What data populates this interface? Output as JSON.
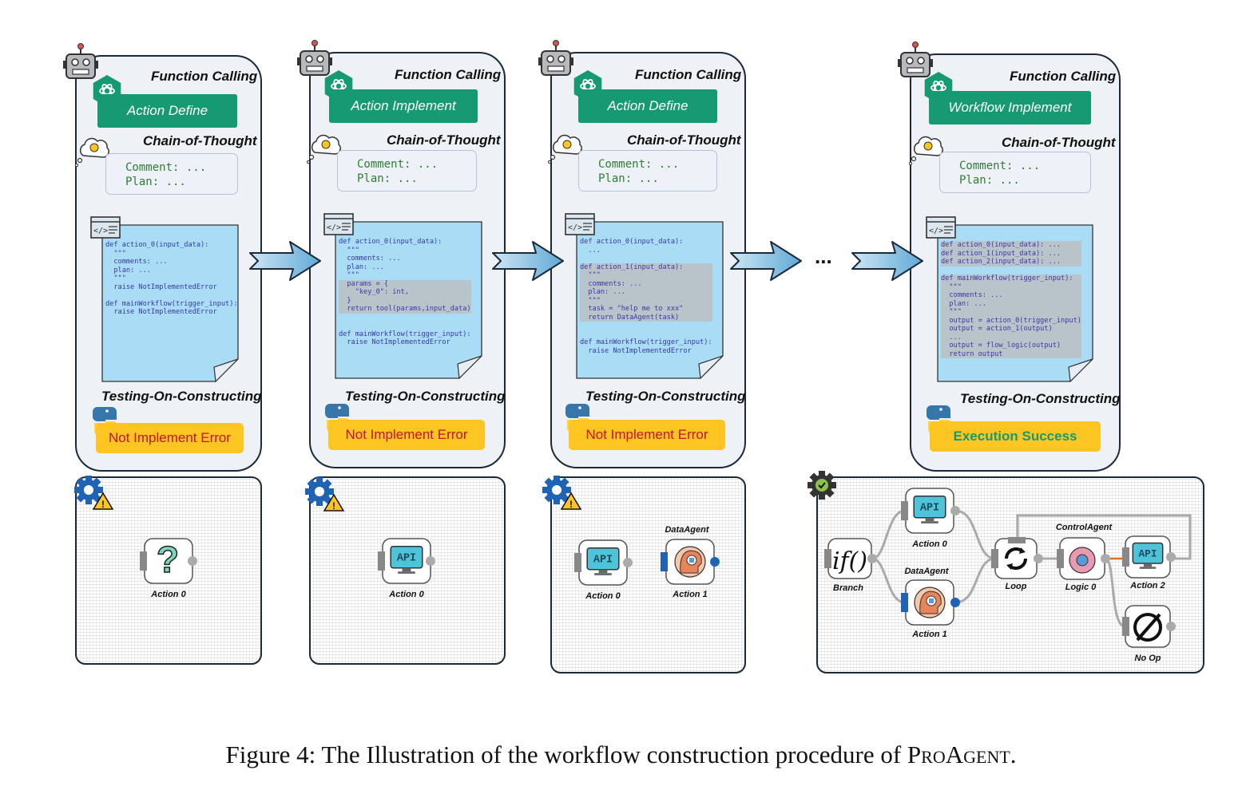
{
  "caption": "Figure 4: The Illustration of the workflow construction procedure of ProAgent.",
  "ellipsis": "...",
  "section_labels": {
    "function_calling": "Function Calling",
    "chain_of_thought": "Chain-of-Thought",
    "testing": "Testing-On-Constructing"
  },
  "cot_lines": [
    "Comment: ...",
    "Plan: ..."
  ],
  "steps": [
    {
      "action": "Action Define",
      "result": "Not Implement Error"
    },
    {
      "action": "Action Implement",
      "result": "Not Implement Error"
    },
    {
      "action": "Action Define",
      "result": "Not Implement Error"
    },
    {
      "action": "Workflow Implement",
      "result": "Execution Success"
    }
  ],
  "code_blocks": [
    [
      "def action_0(input_data):",
      "  \"\"\"",
      "  comments: ...",
      "  plan: ...",
      "  \"\"\"",
      "  raise NotImplementedError",
      "",
      "def mainWorkflow(trigger_input):",
      "  raise NotImplementedError"
    ],
    [
      "def action_0(input_data):",
      "  \"\"\"",
      "  comments: ...",
      "  plan: ...",
      "  \"\"\"",
      "  params = {",
      "    \"key_0\": int,",
      "  }",
      "  return tool(params,input_data)",
      "",
      "",
      "def mainWorkflow(trigger_input):",
      "  raise NotImplementedError"
    ],
    [
      "def action_0(input_data):",
      "  ...",
      "",
      "def action_1(input_data):",
      "  \"\"\"",
      "  comments: ...",
      "  plan: ...",
      "  \"\"\"",
      "  task = \"help me to xxx\"",
      "  return DataAgent(task)",
      "",
      "",
      "def mainWorkflow(trigger_input):",
      "  raise NotImplementedError"
    ],
    [
      "def action_0(input_data): ...",
      "def action_1(input_data): ...",
      "def action_2(input_data): ...",
      "",
      "def mainWorkflow(trigger_input):",
      "  \"\"\"",
      "  comments: ...",
      "  plan: ...",
      "  \"\"\"",
      "  output = action_0(trigger_input)",
      "  output = action_1(output)",
      "  ...",
      "  output = flow_logic(output)",
      "  return output"
    ]
  ],
  "nodes": {
    "p1": [
      "Action 0"
    ],
    "p2": [
      "Action 0"
    ],
    "p3": {
      "action0": "Action 0",
      "action1": "Action 1",
      "agent": "DataAgent"
    },
    "p4": {
      "branch": "Branch",
      "branch_glyph": "if()",
      "action0": "Action 0",
      "action1": "Action 1",
      "data_agent": "DataAgent",
      "loop": "Loop",
      "control_agent": "ControlAgent",
      "logic0": "Logic 0",
      "action2": "Action 2",
      "noop": "No Op"
    }
  },
  "api_text": "API",
  "colors": {
    "accent_green": "#169a72",
    "error_yellow": "#fdc521",
    "code_bg": "#a9dcf5",
    "arrow_blue": "#7fbde0",
    "panel_fill": "#eef1f5",
    "icon_blue": "#1e63b5"
  }
}
